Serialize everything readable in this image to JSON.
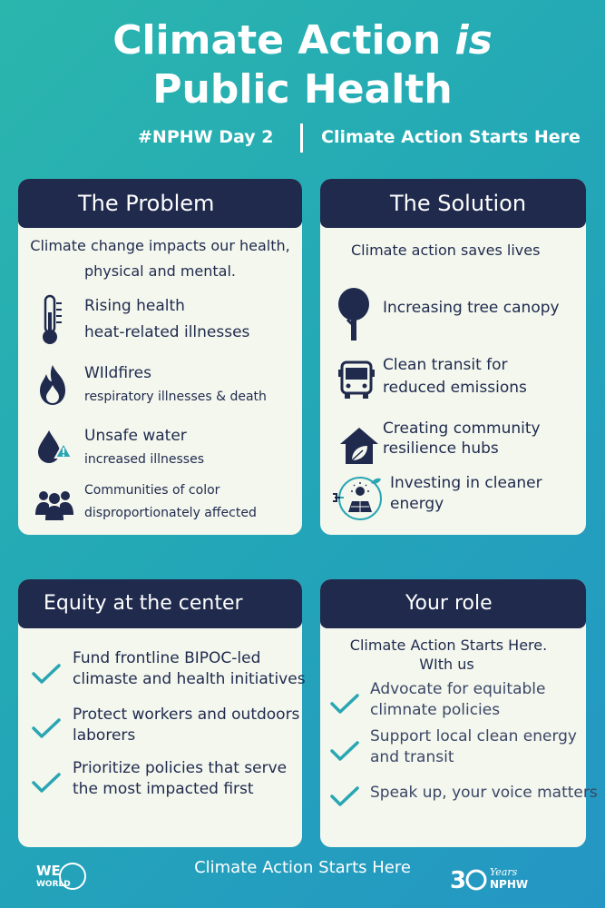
{
  "header": {
    "title_line1_prefix": "Climate Action",
    "title_line1_italic": "is",
    "title_line2": "Public Health",
    "tag": "#NPHW Day 2",
    "tagline": "Climate Action Starts Here"
  },
  "problem": {
    "heading": "The Problem",
    "intro_line1": "Climate change impacts our health,",
    "intro_line2": "physical and mental.",
    "items": [
      {
        "title": "Rising health",
        "detail": "heat-related illnesses",
        "icon": "thermometer-icon"
      },
      {
        "title": "WIldfires",
        "detail": "respiratory illnesses & death",
        "icon": "fire-icon"
      },
      {
        "title": "Unsafe water",
        "detail": "increased illnesses",
        "icon": "water-warning-icon"
      },
      {
        "title": "Communities of color",
        "detail": "disproportionately affected",
        "icon": "people-icon"
      }
    ]
  },
  "solution": {
    "heading": "The Solution",
    "intro": "Climate action saves lives",
    "items": [
      {
        "line1": "Increasing tree canopy",
        "line2": "",
        "icon": "tree-icon"
      },
      {
        "line1": "Clean transit for",
        "line2": "reduced emissions",
        "icon": "bus-icon"
      },
      {
        "line1": "Creating community",
        "line2": "resilience hubs",
        "icon": "house-leaf-icon"
      },
      {
        "line1": "Investing in cleaner",
        "line2": "energy",
        "icon": "clean-energy-icon"
      }
    ]
  },
  "equity": {
    "heading": "Equity at the center",
    "items": [
      {
        "line1": "Fund frontline BIPOC-led",
        "line2": "climaste and health initiatives"
      },
      {
        "line1": "Protect workers and outdoors",
        "line2": "laborers"
      },
      {
        "line1": "Prioritize policies that serve",
        "line2": "the most impacted first"
      }
    ]
  },
  "role": {
    "heading": "Your role",
    "intro_line1": "Climate Action Starts Here.",
    "intro_line2": "WIth us",
    "items": [
      {
        "line1": "Advocate for equitable",
        "line2": "climnate policies"
      },
      {
        "line1": "Support local clean energy",
        "line2": "and transit"
      },
      {
        "line1": "Speak up, your voice matters",
        "line2": ""
      }
    ]
  },
  "footer": {
    "text": "Climate Action Starts Here",
    "logo_left": "WE WORLD",
    "logo_right": "30 Years NPHW"
  },
  "colors": {
    "navy": "#1f2a4d",
    "teal_check": "#2aa6b3",
    "card_bg": "#f4f7ee",
    "icon_accent": "#2aa6b3"
  }
}
